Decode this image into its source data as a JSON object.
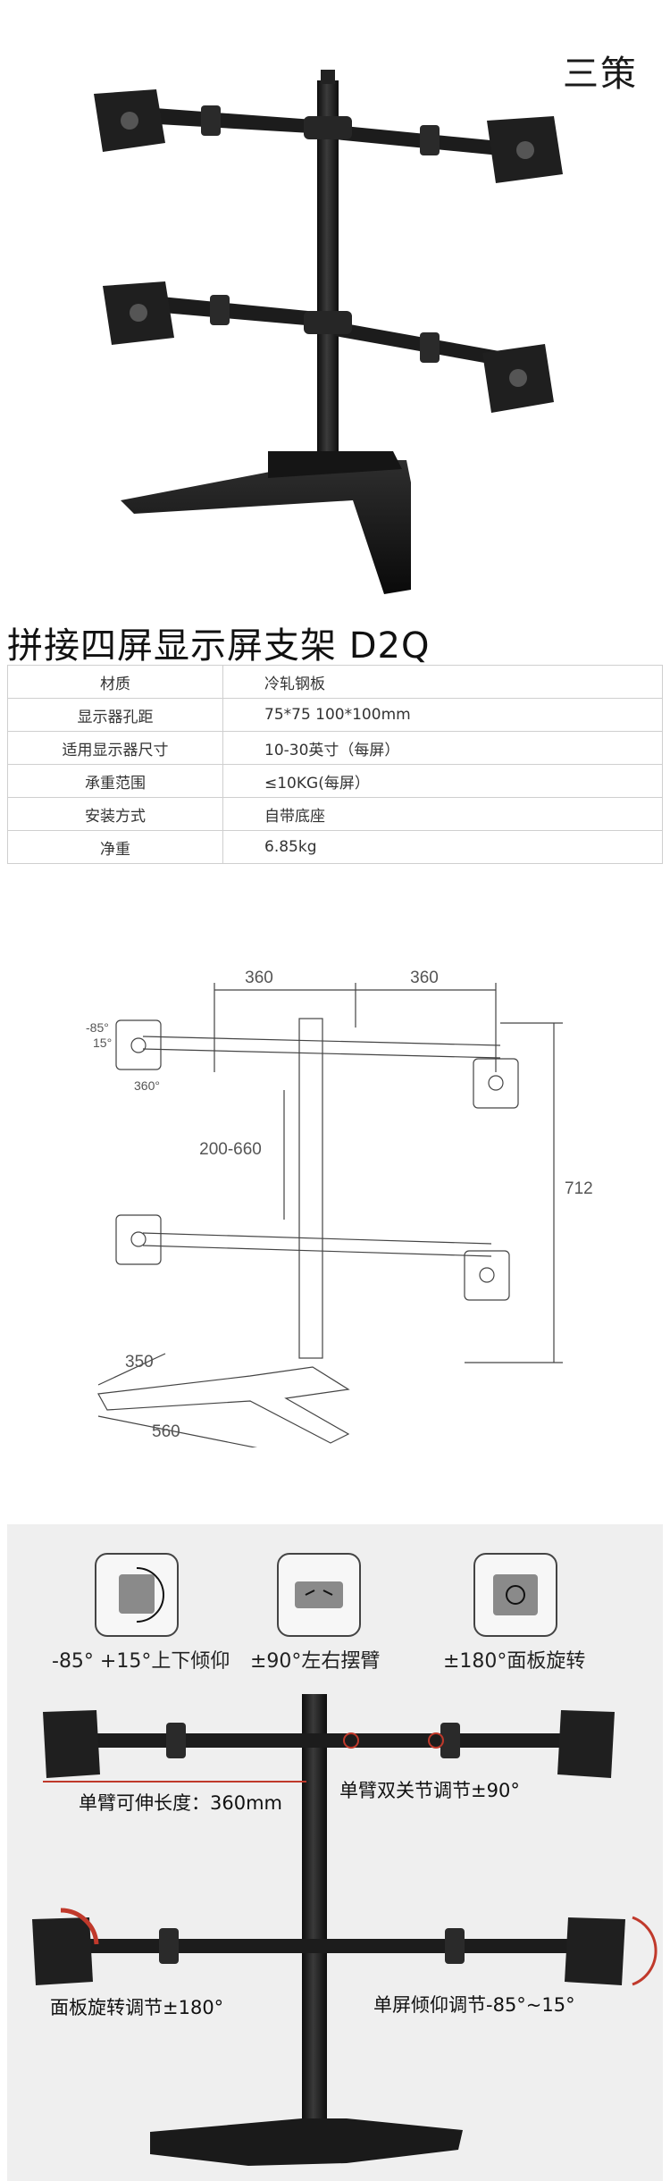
{
  "brand": "三策",
  "product": {
    "title": "拼接四屏显示屏支架  D2Q"
  },
  "specs": [
    {
      "label": "材质",
      "value": "冷轧钢板"
    },
    {
      "label": "显示器孔距",
      "value": "75*75 100*100mm"
    },
    {
      "label": "适用显示器尺寸",
      "value": "10-30英寸（每屏）"
    },
    {
      "label": "承重范围",
      "value": "≤10KG(每屏）"
    },
    {
      "label": "安装方式",
      "value": "自带底座"
    },
    {
      "label": "净重",
      "value": "6.85kg"
    }
  ],
  "dimensions": {
    "arm_left": "360",
    "arm_right": "360",
    "height_adjust": "200-660",
    "total_height": "712",
    "base_depth": "350",
    "base_width": "560",
    "tilt": "-85°",
    "tilt_up": "15°",
    "rotate": "360°"
  },
  "features": {
    "items": [
      {
        "label": "-85° +15°上下倾仰",
        "icon": "tilt-icon"
      },
      {
        "label": "±90°左右摆臂",
        "icon": "swivel-icon"
      },
      {
        "label": "±180°面板旋转",
        "icon": "rotate-icon"
      }
    ],
    "callouts": {
      "arm_length": "单臂可伸长度：360mm",
      "dual_joint": "单臂双关节调节±90°",
      "panel_rotate": "面板旋转调节±180°",
      "tilt_adjust": "单屏倾仰调节-85°~15°"
    }
  },
  "colors": {
    "metal": "#1e1e1e",
    "accent": "#c0392b",
    "panel": "#efefef"
  }
}
